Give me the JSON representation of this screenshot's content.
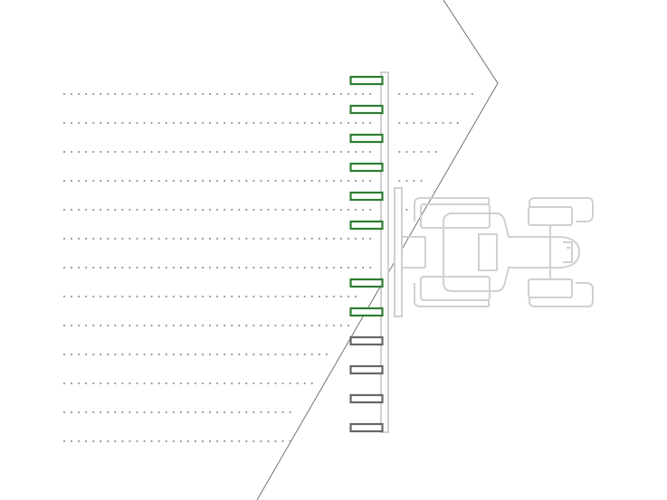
{
  "diagram": {
    "section_states": [
      "active",
      "active",
      "active",
      "active",
      "active",
      "active",
      "inactive",
      "active",
      "active",
      "off",
      "off",
      "off",
      "off"
    ],
    "colors": {
      "active": "#2e7d32",
      "off": "#666666",
      "row_dots": "#9a9a9a",
      "field_boundary": "#555555",
      "implement": "#cfcfcf",
      "tractor": "#d0d0d0"
    },
    "icons": {
      "vehicle": "tractor-icon",
      "implement": "planter-toolbar-icon",
      "section": "row-unit-icon"
    }
  }
}
